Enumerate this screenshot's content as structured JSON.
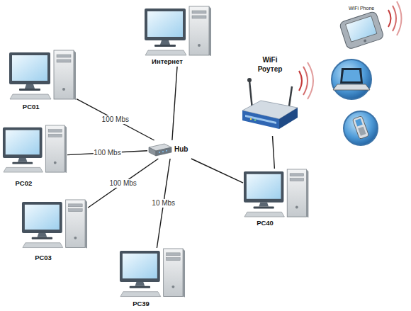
{
  "diagram": {
    "nodes": [
      {
        "text": [
          "Интернет"
        ]
      },
      {
        "text": [
          "WiFi Phone"
        ]
      },
      {
        "text": [
          "PC01"
        ]
      },
      {
        "text": [
          "WiFi Роутер"
        ]
      },
      {
        "text": [
          "Hub"
        ]
      },
      {
        "text": [
          "PC02"
        ]
      },
      {
        "text": [
          "PC40"
        ]
      },
      {
        "text": [
          "PC03"
        ]
      },
      {
        "text": [
          "PC39"
        ]
      }
    ],
    "edges": [
      {
        "from": 2,
        "to": 4,
        "label": "100 Mbs",
        "arrow": "none"
      },
      {
        "from": 5,
        "to": 4,
        "label": "100 Mbs",
        "arrow": "none"
      },
      {
        "from": 7,
        "to": 4,
        "label": "100 Mbs",
        "arrow": "none"
      },
      {
        "from": 8,
        "to": 4,
        "label": "10 Mbs",
        "arrow": "none"
      },
      {
        "from": 0,
        "to": 4,
        "arrow": "none"
      },
      {
        "from": 4,
        "to": 6,
        "arrow": "none"
      },
      {
        "from": 6,
        "to": 3,
        "arrow": "none"
      }
    ]
  }
}
